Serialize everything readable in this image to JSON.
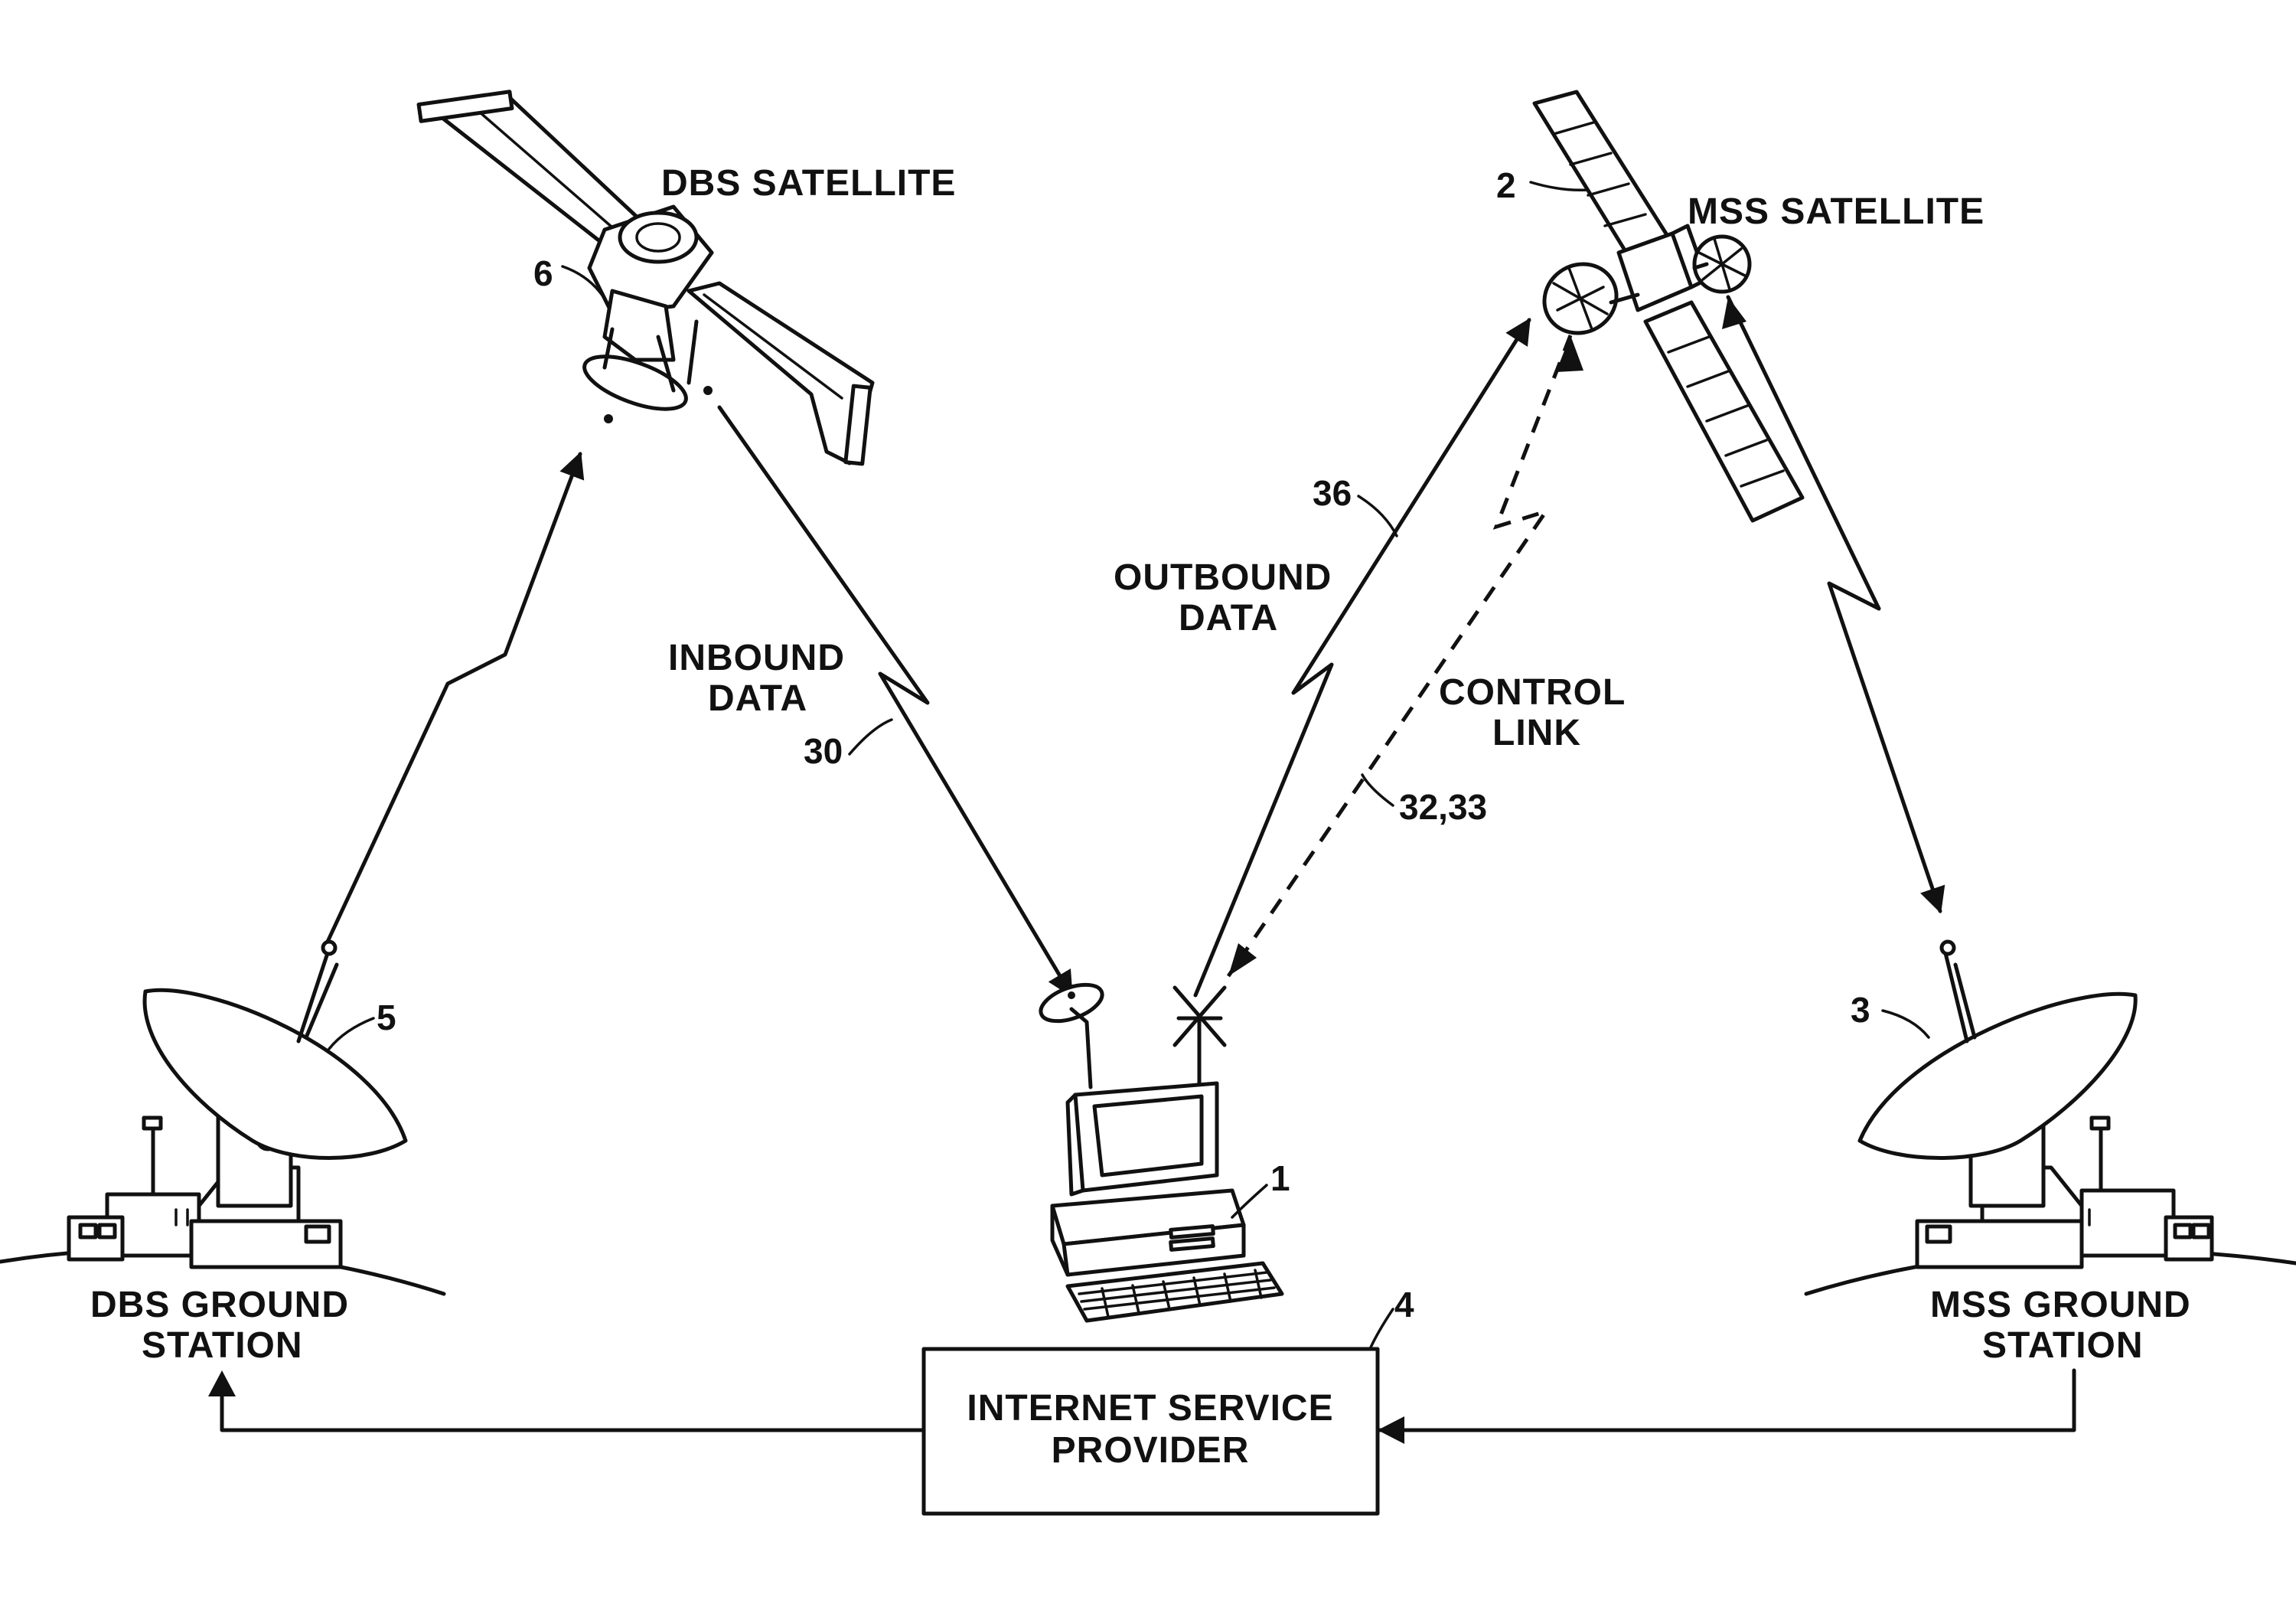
{
  "labels": {
    "dbs_satellite": "DBS SATELLITE",
    "mss_satellite": "MSS SATELLITE",
    "inbound_data": [
      "INBOUND",
      "DATA"
    ],
    "outbound_data": [
      "OUTBOUND",
      "DATA"
    ],
    "control_link": [
      "CONTROL",
      "LINK"
    ],
    "dbs_ground_station": [
      "DBS GROUND",
      "STATION"
    ],
    "mss_ground_station": [
      "MSS GROUND",
      "STATION"
    ],
    "internet_service_provider": [
      "INTERNET SERVICE",
      "PROVIDER"
    ]
  },
  "reference_numerals": {
    "user_computer": "1",
    "mss_satellite": "2",
    "mss_ground_station": "3",
    "isp": "4",
    "dbs_ground_station": "5",
    "dbs_satellite": "6",
    "inbound_link": "30",
    "control_link": "32,33",
    "outbound_link": "36"
  },
  "icons": {
    "dbs_satellite": "satellite-icon",
    "mss_satellite": "satellite-icon",
    "dbs_dish": "dish-antenna-icon",
    "mss_dish": "dish-antenna-icon",
    "computer": "desktop-computer-icon",
    "user_dish": "small-dish-icon",
    "user_antenna": "whip-antenna-icon"
  },
  "colors": {
    "ink": "#111111",
    "background": "#ffffff"
  }
}
